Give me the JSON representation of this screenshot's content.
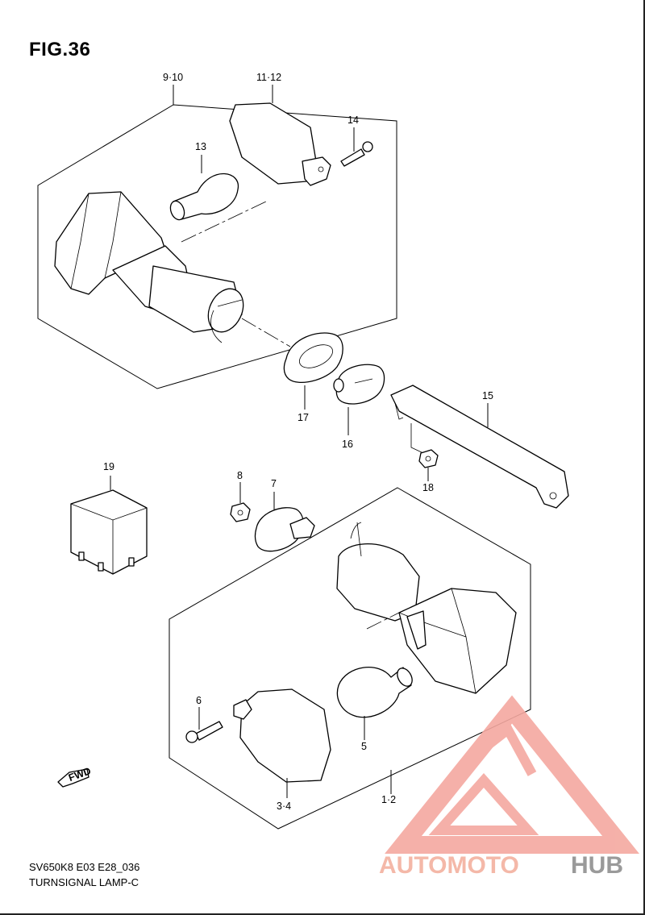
{
  "figure": {
    "title": "FIG.36"
  },
  "footer": {
    "model_code": "SV650K8 E03 E28_036",
    "section_name": "TURNSIGNAL LAMP-C"
  },
  "watermark": {
    "brand_part1": "AUTOMOTO",
    "brand_part2": "HUB",
    "color_primary": "#f4a8a0",
    "color_secondary": "#9a9a9a",
    "accent": "#f0c070"
  },
  "parts": [
    {
      "id": "p910",
      "label": "9·10",
      "name": "front turn signal assembly (upper)"
    },
    {
      "id": "p1112",
      "label": "11·12",
      "name": "lens"
    },
    {
      "id": "p13",
      "label": "13",
      "name": "bulb"
    },
    {
      "id": "p14",
      "label": "14",
      "name": "screw"
    },
    {
      "id": "p15",
      "label": "15",
      "name": "bracket"
    },
    {
      "id": "p16",
      "label": "16",
      "name": "cushion"
    },
    {
      "id": "p17",
      "label": "17",
      "name": "cushion"
    },
    {
      "id": "p18",
      "label": "18",
      "name": "nut"
    },
    {
      "id": "p19",
      "label": "19",
      "name": "relay"
    },
    {
      "id": "p8",
      "label": "8",
      "name": "nut"
    },
    {
      "id": "p7",
      "label": "7",
      "name": "cushion"
    },
    {
      "id": "p6",
      "label": "6",
      "name": "screw"
    },
    {
      "id": "p5",
      "label": "5",
      "name": "bulb"
    },
    {
      "id": "p34",
      "label": "3·4",
      "name": "lens"
    },
    {
      "id": "p12",
      "label": "1·2",
      "name": "front turn signal assembly (lower)"
    }
  ],
  "fwd_marker": {
    "text": "FWD"
  }
}
